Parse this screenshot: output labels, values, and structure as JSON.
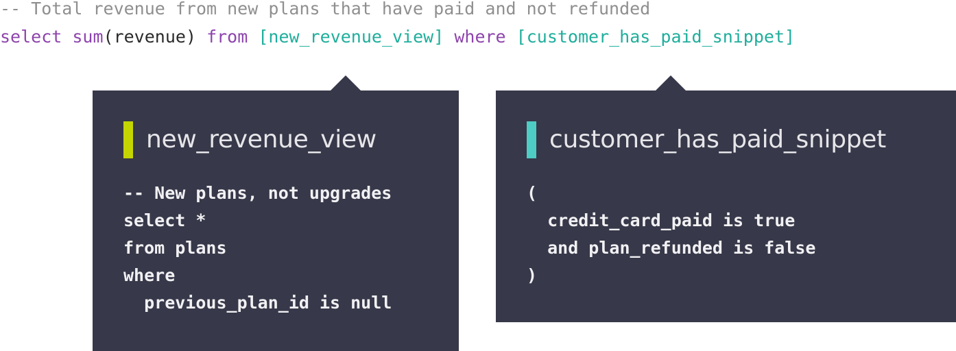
{
  "query": {
    "comment": "-- Total revenue from new plans that have paid and not refunded",
    "tokens": {
      "select": "select",
      "sum": "sum",
      "revenue_args": "(revenue)",
      "from": "from",
      "view_ref": "[new_revenue_view]",
      "where": "where",
      "snippet_ref": "[customer_has_paid_snippet]"
    }
  },
  "tooltips": [
    {
      "title": "new_revenue_view",
      "accent_color": "#c4d600",
      "code": "-- New plans, not upgrades\nselect *\nfrom plans\nwhere\n  previous_plan_id is null"
    },
    {
      "title": "customer_has_paid_snippet",
      "accent_color": "#4ecdc4",
      "code": "(\n  credit_card_paid is true\n  and plan_refunded is false\n)"
    }
  ],
  "colors": {
    "keyword": "#8e44ad",
    "reference": "#1fae9c",
    "comment": "#8f8f8f",
    "tooltip_bg": "#373849"
  }
}
